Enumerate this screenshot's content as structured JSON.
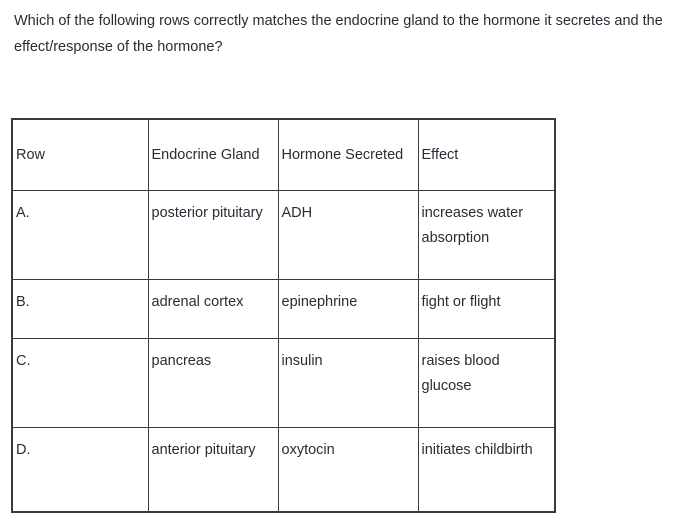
{
  "question": {
    "text": "Which of the following rows correctly matches the endocrine gland to the hormone it secretes and the effect/response of the hormone?"
  },
  "table": {
    "headers": [
      "Row",
      "Endocrine Gland",
      "Hormone Secreted",
      "Effect"
    ],
    "rows": [
      {
        "label": "A.",
        "gland": "posterior pituitary",
        "hormone": "ADH",
        "effect": "increases water absorption"
      },
      {
        "label": "B.",
        "gland": "adrenal cortex",
        "hormone": "epinephrine",
        "effect": "fight or flight"
      },
      {
        "label": "C.",
        "gland": "pancreas",
        "hormone": "insulin",
        "effect": "raises blood glucose"
      },
      {
        "label": "D.",
        "gland": "anterior pituitary",
        "hormone": "oxytocin",
        "effect": "initiates childbirth"
      }
    ]
  },
  "colors": {
    "text": "#2b2b35",
    "border": "#3a3a3a",
    "background": "#ffffff"
  }
}
